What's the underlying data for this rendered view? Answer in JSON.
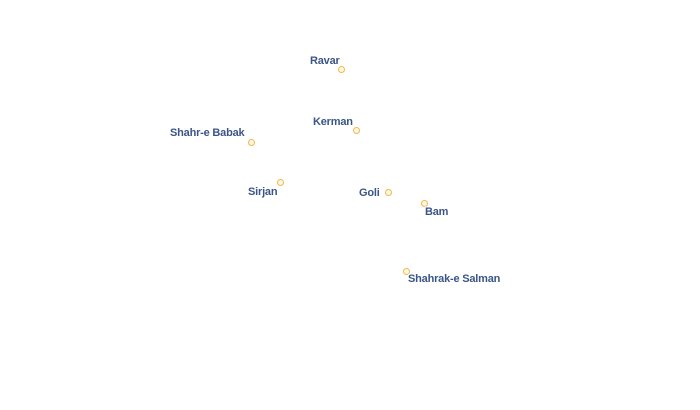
{
  "map": {
    "marker_color": "#f2b84b",
    "label_color": "#3b5587",
    "background_color": "#ffffff",
    "cities": [
      {
        "name": "Ravar"
      },
      {
        "name": "Kerman"
      },
      {
        "name": "Shahr-e Babak"
      },
      {
        "name": "Sirjan"
      },
      {
        "name": "Goli"
      },
      {
        "name": "Bam"
      },
      {
        "name": "Shahrak-e Salman"
      }
    ]
  }
}
